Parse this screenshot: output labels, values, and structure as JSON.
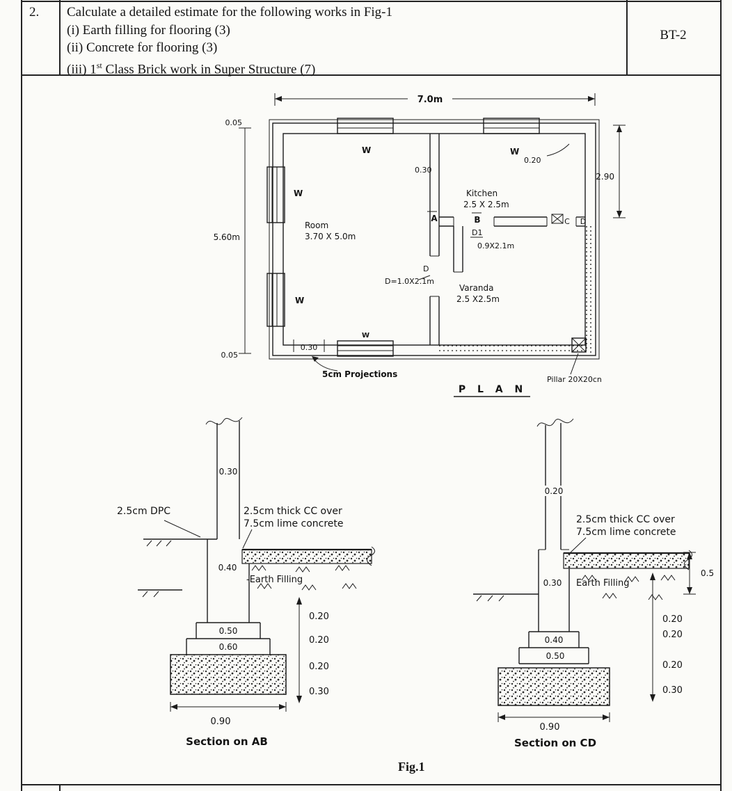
{
  "question": {
    "number": "2.",
    "line1": "Calculate a detailed estimate for the following works in Fig-1",
    "item1": "(i) Earth filling for flooring (3)",
    "item2": "(ii) Concrete for flooring (3)",
    "item3_pre": "(iii) 1",
    "item3_sup": "st",
    "item3_post": " Class Brick work in Super Structure (7)",
    "code": "BT-2"
  },
  "plan": {
    "title": "P L A N",
    "dim_width": "7.0m",
    "dim_left": "5.60m",
    "dim_right": "2.90",
    "offset_top": "0.05",
    "offset_bottom": "0.05",
    "wall_int": "0.30",
    "wall_top_right": "0.20",
    "wall_bottom": "0.30",
    "room_name": "Room",
    "room_size": "3.70 X 5.0m",
    "kitchen_name": "Kitchen",
    "kitchen_size": "2.5 X 2.5m",
    "varanda_name": "Varanda",
    "varanda_size": "2.5 X2.5m",
    "pt_a": "A",
    "pt_b": "B",
    "pt_c": "C",
    "pt_d": "D",
    "pt_d2": "D",
    "door_d1": "D1",
    "door_d1_size": "0.9X2.1m",
    "door_d": "D=1.0X2.1m",
    "w1": "W",
    "w2": "W",
    "w3": "W",
    "w4": "W",
    "w5": "W",
    "projections": "5cm Projections",
    "pillar": "Pillar 20X20cn"
  },
  "section_ab": {
    "title": "Section on AB",
    "wall_width": "0.30",
    "dpc": "2.5cm DPC",
    "cc_line1": "2.5cm thick CC over",
    "cc_line2": "7.5cm lime concrete",
    "below_wall": "0.40",
    "earth": "-Earth Filling",
    "step1": "0.50",
    "step2": "0.60",
    "d1": "0.20",
    "d2": "0.20",
    "d3": "0.20",
    "d4": "0.30",
    "base": "0.90"
  },
  "section_cd": {
    "title": "Section on CD",
    "wall_width": "0.20",
    "cc_line1": "2.5cm thick CC over",
    "cc_line2": "7.5cm lime concrete",
    "below_wall": "0.30",
    "earth": "Earth Filling",
    "fill_right": "0.5",
    "step1": "0.40",
    "step2": "0.50",
    "d1": "0.20",
    "d2": "0.20",
    "d3": "0.20",
    "d4": "0.30",
    "base": "0.90"
  },
  "figure": {
    "caption": "Fig.1"
  }
}
